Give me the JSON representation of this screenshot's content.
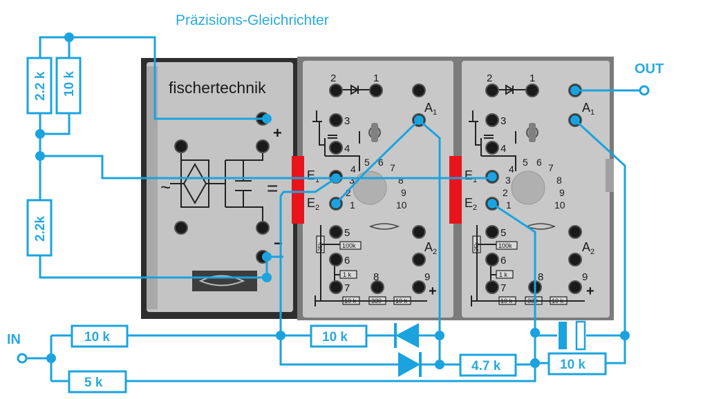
{
  "title": "Präzisions-Gleichrichter",
  "labels": {
    "in": "IN",
    "out": "OUT"
  },
  "resistors": {
    "r_top_left_a": "2.2 k",
    "r_top_left_b": "10 k",
    "r_left_mid": "2.2k",
    "r_in_upper": "10 k",
    "r_in_lower": "5 k",
    "r_diode_parallel": "10 k",
    "r_bottom_mid": "4.7 k",
    "r_bottom_right": "10 k"
  },
  "power_module": {
    "brand": "fischertechnik",
    "plus": "+",
    "minus": "−",
    "tilde": "~",
    "equals": "="
  },
  "opamp_module_1": {
    "pins": {
      "p2": "2",
      "p1": "1",
      "p3": "3",
      "p4": "4",
      "p5": "5",
      "p6": "6",
      "p7": "7",
      "p8": "8",
      "p9": "9"
    },
    "labels": {
      "a1": "A",
      "a1_sub": "1",
      "a2": "A",
      "a2_sub": "2",
      "e1": "E",
      "e1_sub": "1",
      "e2": "E",
      "e2_sub": "2",
      "plus": "+"
    },
    "dial": {
      "d4": "4",
      "d5": "5",
      "d6": "6",
      "d7": "7",
      "d8": "8",
      "d9": "9",
      "d10": "10",
      "d3": "3",
      "d2": "2",
      "d1": "1"
    },
    "components": {
      "c100k": "100k",
      "c1k": "1 k",
      "c10k_a": "10 k",
      "c330": "330",
      "c10k_b": "10 k",
      "c25k": "25k"
    }
  },
  "opamp_module_2": {
    "pins": {
      "p2": "2",
      "p1": "1",
      "p3": "3",
      "p4": "4",
      "p5": "5",
      "p6": "6",
      "p7": "7",
      "p8": "8",
      "p9": "9"
    },
    "labels": {
      "a1": "A",
      "a1_sub": "1",
      "a2": "A",
      "a2_sub": "2",
      "e1": "E",
      "e1_sub": "1",
      "e2": "E",
      "e2_sub": "2",
      "plus": "+"
    },
    "dial": {
      "d4": "4",
      "d5": "5",
      "d6": "6",
      "d7": "7",
      "d8": "8",
      "d9": "9",
      "d10": "10",
      "d3": "3",
      "d2": "2",
      "d1": "1"
    },
    "components": {
      "c100k": "100k",
      "c1k": "1 k",
      "c10k_a": "10 k",
      "c330": "330",
      "c10k_b": "10 k",
      "c25k": "25k"
    }
  },
  "colors": {
    "wire": "#1aa3de",
    "module_panel": "#c8c8c8",
    "marker_red": "#e8141c"
  }
}
